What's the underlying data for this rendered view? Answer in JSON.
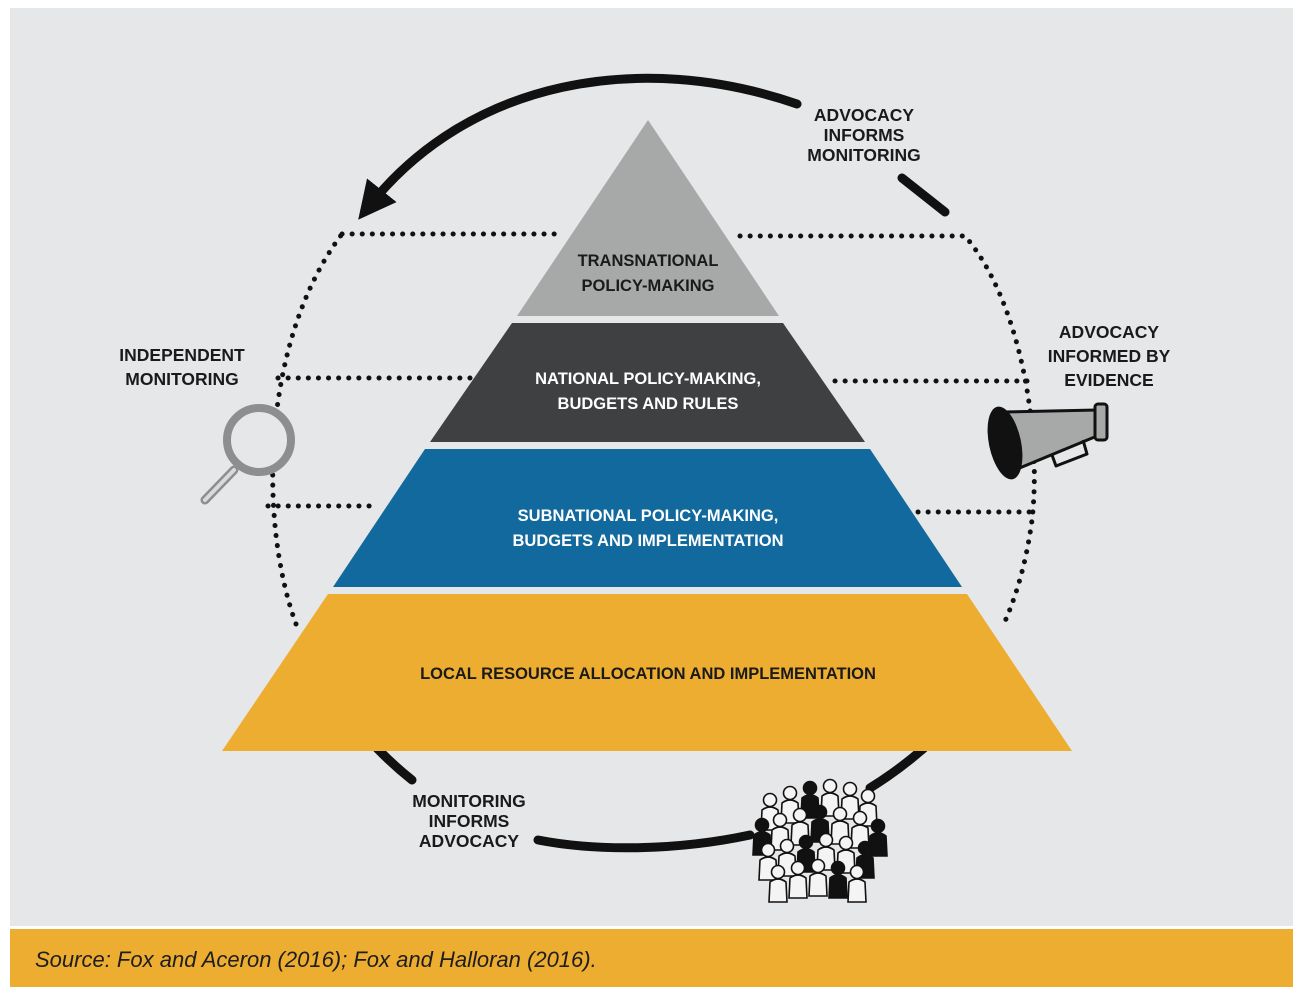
{
  "pyramid": {
    "levels": [
      {
        "lines": [
          "TRANSNATIONAL",
          "POLICY-MAKING"
        ],
        "color": "#a7a9a8",
        "text_color": "#1a1a1a"
      },
      {
        "lines": [
          "NATIONAL POLICY-MAKING,",
          "BUDGETS AND RULES"
        ],
        "color": "#3e4042",
        "text_color": "#ffffff"
      },
      {
        "lines": [
          "SUBNATIONAL POLICY-MAKING,",
          "BUDGETS AND IMPLEMENTATION"
        ],
        "color": "#11699d",
        "text_color": "#ffffff"
      },
      {
        "lines": [
          "LOCAL RESOURCE ALLOCATION AND IMPLEMENTATION"
        ],
        "color": "#ecad31",
        "text_color": "#1a1a1a"
      }
    ]
  },
  "cycle": {
    "top_right": [
      "ADVOCACY",
      "INFORMS",
      "MONITORING"
    ],
    "left": [
      "INDEPENDENT",
      "MONITORING"
    ],
    "right": [
      "ADVOCACY",
      "INFORMED BY",
      "EVIDENCE"
    ],
    "bottom": [
      "MONITORING",
      "INFORMS",
      "ADVOCACY"
    ]
  },
  "icons": {
    "monitoring": "magnifying-glass-icon",
    "advocacy": "megaphone-icon",
    "citizens": "crowd-icon"
  },
  "footer": {
    "source": "Source: Fox and Aceron (2016); Fox and Halloran (2016).",
    "color": "#ecad31"
  }
}
